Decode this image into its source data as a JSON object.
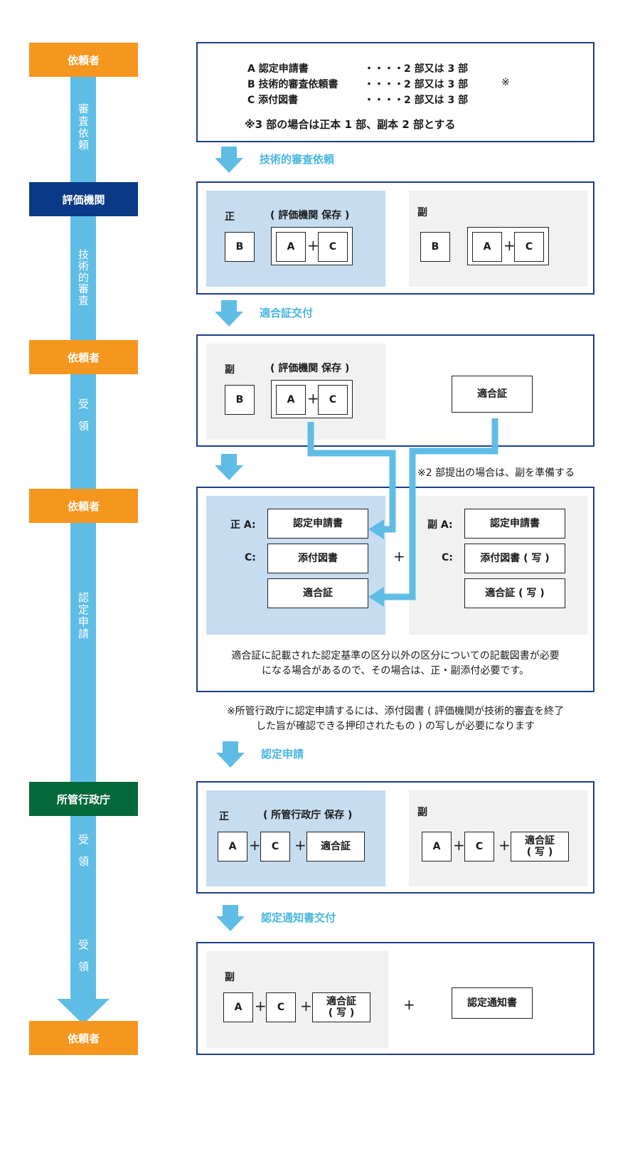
{
  "roles": {
    "r1": "依頼者",
    "r2": "評価機関",
    "r3": "依頼者",
    "r4": "依頼者",
    "r5": "所管行政庁",
    "r6": "依頼者"
  },
  "side_labels": {
    "s1": "審査依頼",
    "s2": "技術的審査",
    "s3": "受領",
    "s4": "認定申請",
    "s5": "受領",
    "s6": "受領"
  },
  "step1": {
    "rows": [
      {
        "item": "A 認定申請書",
        "count": "・・・・2 部又は 3 部"
      },
      {
        "item": "B 技術的審査依頼書",
        "count": "・・・・2 部又は 3 部"
      },
      {
        "item": "C 添付図書",
        "count": "・・・・2 部又は 3 部"
      }
    ],
    "mark": "※",
    "note": "※3 部の場合は正本 1 部、副本 2 部とする"
  },
  "arrows": {
    "a1": "技術的審査依頼",
    "a2": "適合証交付",
    "a4": "認定申請",
    "a5": "認定通知書交付"
  },
  "step2": {
    "seiho": "正",
    "seiho_note": "( 評価機関 保存 )",
    "fukuho": "副",
    "b": "B",
    "a": "A",
    "c": "C",
    "plus": "+"
  },
  "step3": {
    "fukuho": "副",
    "fukuho_note": "( 評価機関 保存 )",
    "b": "B",
    "a": "A",
    "c": "C",
    "plus": "+",
    "cert": "適合証",
    "side_note": "※2 部提出の場合は、副を準備する"
  },
  "step4": {
    "sei_a": "正 A:",
    "sei_c": "C:",
    "fuku_a": "副 A:",
    "fuku_c": "C:",
    "app": "認定申請書",
    "drawings": "添付図書",
    "cert": "適合証",
    "app2": "認定申請書",
    "drawings_copy": "添付図書 ( 写 )",
    "cert_copy": "適合証 ( 写 )",
    "plus": "+",
    "note_line1": "適合証に記載された認定基準の区分以外の区分についての記載図書が必要",
    "note_line2": "になる場合があるので、その場合は、正・副添付必要です。",
    "outer_line1": "※所管行政庁に認定申請するには、添付図書 ( 評価機関が技術的審査を終了",
    "outer_line2": "した旨が確認できる押印されたもの ) の写しが必要になります"
  },
  "step5": {
    "seiho": "正",
    "seiho_note": "( 所管行政庁 保存 )",
    "fukuho": "副",
    "a": "A",
    "c": "C",
    "plus": "+",
    "cert": "適合証",
    "cert_copy_1": "適合証",
    "cert_copy_2": "( 写 )"
  },
  "step6": {
    "fukuho": "副",
    "a": "A",
    "c": "C",
    "plus": "+",
    "cert_copy_1": "適合証",
    "cert_copy_2": "( 写 )",
    "notice": "認定通知書"
  }
}
